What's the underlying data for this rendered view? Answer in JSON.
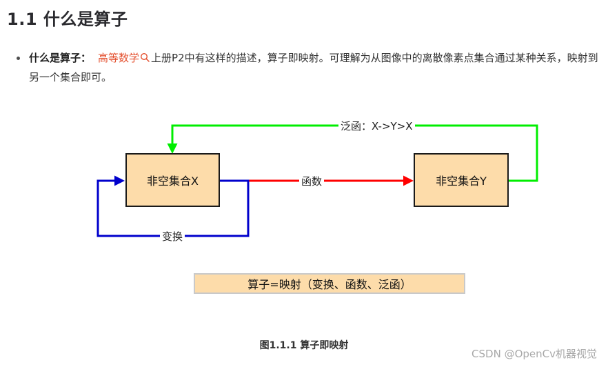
{
  "section": {
    "heading": "1.1 什么是算子"
  },
  "bullet": {
    "term": "什么是算子：",
    "link_text": "高等数学",
    "text_after_link": "上册P2中有这样的描述，算子即映射。可理解为从图像中的离散像素点集合通过某种关系，映射到另一个集合即可。"
  },
  "diagram": {
    "box_x_label": "非空集合X",
    "box_y_label": "非空集合Y",
    "edge_fanhan_label": "泛函：X->Y>X",
    "edge_hanshu_label": "函数",
    "edge_bianhuan_label": "变换",
    "formula_label": "算子=映射（变换、函数、泛函）",
    "colors": {
      "box_fill": "#fddcaa",
      "functional_arrow": "#00ee00",
      "function_arrow": "#ff0000",
      "transform_arrow": "#0000cc"
    }
  },
  "figure": {
    "caption": "图1.1.1 算子即映射"
  },
  "watermark": {
    "text": "CSDN @OpenCv机器视觉"
  }
}
